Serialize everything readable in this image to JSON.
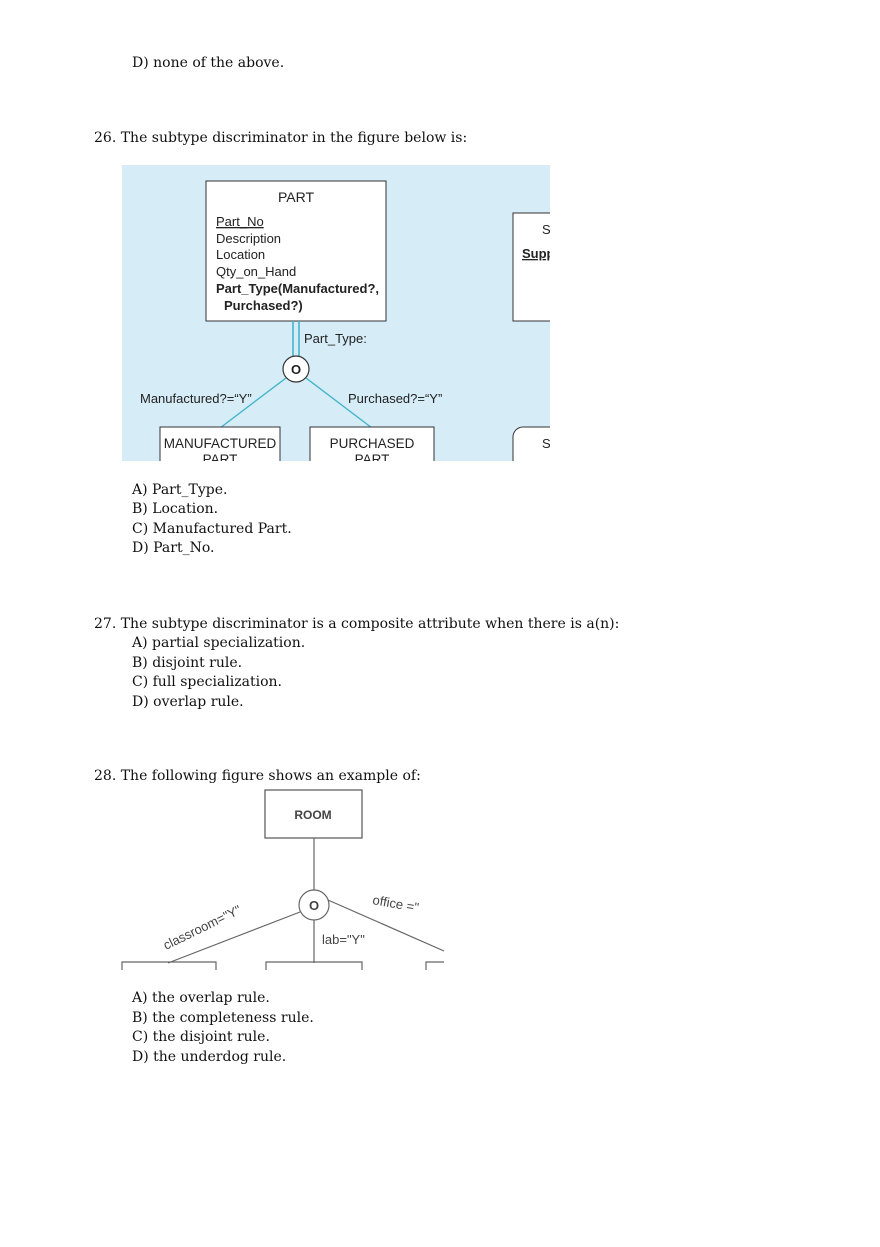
{
  "prev_option_d": "D) none of the above.",
  "q26": {
    "question": "26. The subtype discriminator in the figure below is:",
    "figure": {
      "entity_title": "PART",
      "attributes": [
        "Part_No",
        "Description",
        "Location",
        "Qty_on_Hand"
      ],
      "discriminator_attr_line1": "Part_Type(Manufactured?,",
      "discriminator_attr_line2": "Purchased?)",
      "discriminator_label": "Part_Type:",
      "circle_symbol": "O",
      "left_branch_label": "Manufactured?=“Y”",
      "right_branch_label": "Purchased?=“Y”",
      "subtype_left_line1": "MANUFACTURED",
      "subtype_left_line2": "PART",
      "subtype_right_line1": "PURCHASED",
      "subtype_right_line2": "PART",
      "partial_right_top_letter": "S",
      "partial_right_top_attr": "Supp",
      "partial_right_bottom_letter": "S"
    },
    "options": [
      "A) Part_Type.",
      "B) Location.",
      "C) Manufactured Part.",
      "D) Part_No."
    ]
  },
  "q27": {
    "question": "27. The subtype discriminator is a composite attribute when there is a(n):",
    "options": [
      "A) partial specialization.",
      "B) disjoint rule.",
      "C) full specialization.",
      "D) overlap rule."
    ]
  },
  "q28": {
    "question": "28. The following figure shows an example of:",
    "figure": {
      "entity_title": "ROOM",
      "circle_symbol": "O",
      "left_label": "classroom=\"Y\"",
      "middle_label": "lab=\"Y\"",
      "right_label": "office =\""
    },
    "options": [
      "A) the overlap rule.",
      "B) the completeness rule.",
      "C) the disjoint rule.",
      "D) the underdog rule."
    ]
  }
}
